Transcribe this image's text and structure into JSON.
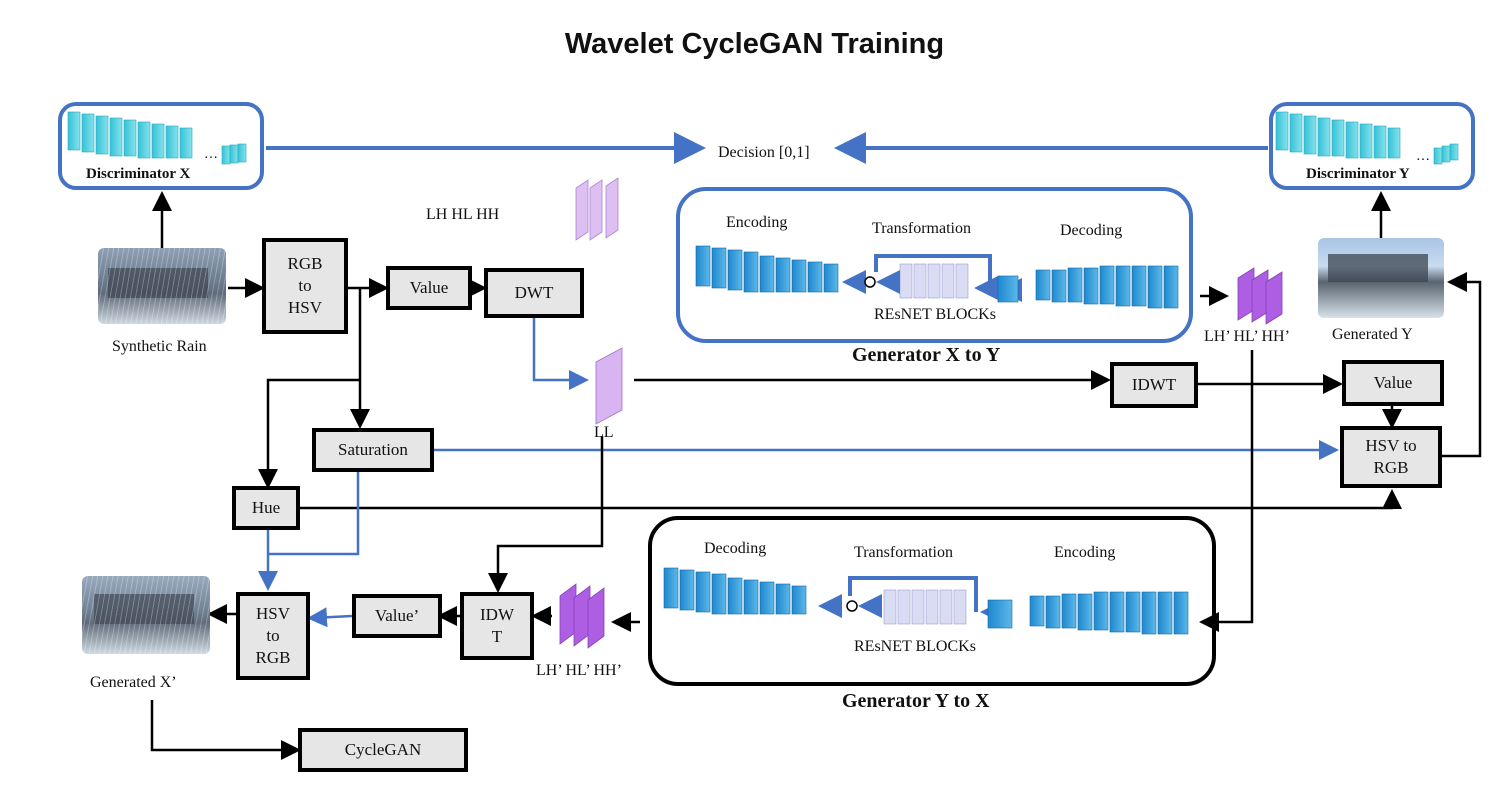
{
  "title": "Wavelet CycleGAN Training",
  "discriminators": {
    "x_label": "Discriminator X",
    "y_label": "Discriminator Y",
    "decision": "Decision [0,1]"
  },
  "inputs": {
    "synthetic_rain": "Synthetic Rain",
    "generated_y": "Generated Y",
    "generated_x": "Generated X’"
  },
  "blocks": {
    "rgb_to_hsv": "RGB to HSV",
    "value": "Value",
    "dwt": "DWT",
    "saturation": "Saturation",
    "hue": "Hue",
    "idwt_top": "IDWT",
    "value_right": "Value",
    "hsv_to_rgb_right": "HSV to RGB",
    "idwt_bottom": "IDW T",
    "value_prime": "Value’",
    "hsv_to_rgb_left": "HSV to RGB",
    "cyclegan": "CycleGAN"
  },
  "wavelet_labels": {
    "lh_hl_hh": "LH HL HH",
    "ll": "LL",
    "lh_prime_top": "LH’ HL’ HH’",
    "lh_prime_bottom": "LH’ HL’ HH’"
  },
  "generator_xy": {
    "title": "Generator X to Y",
    "encoding": "Encoding",
    "transformation": "Transformation",
    "decoding": "Decoding",
    "resnet": "REsNET BLOCKs"
  },
  "generator_yx": {
    "title": "Generator Y to X",
    "decoding": "Decoding",
    "transformation": "Transformation",
    "encoding": "Encoding",
    "resnet": "REsNET BLOCKs"
  },
  "colors": {
    "blue_arrow": "#4472c4",
    "panel_blue": "#4472c4",
    "block_fill": "#e6e6e6",
    "layer_blue": "#2e9bd6",
    "layer_cyan": "#3cc8d8",
    "layer_lavender": "#d8b4f0",
    "layer_purple": "#a64de0"
  },
  "icons": [
    "layer-stack-icon",
    "rain-photo-icon",
    "clear-photo-icon",
    "sum-node-icon"
  ]
}
